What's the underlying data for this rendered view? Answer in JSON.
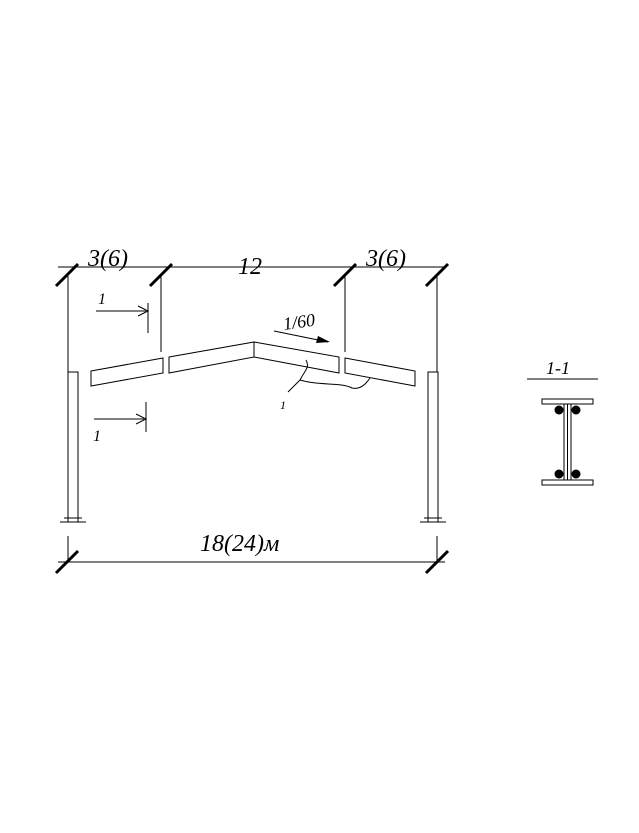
{
  "dimensions": {
    "left_span": "3(6)",
    "middle_span": "12",
    "right_span": "3(6)",
    "total_span": "18(24)м"
  },
  "slope": "1/60",
  "section_mark_upper": "1",
  "section_mark_lower": "1",
  "splice_label": "1",
  "section_title": "1-1"
}
